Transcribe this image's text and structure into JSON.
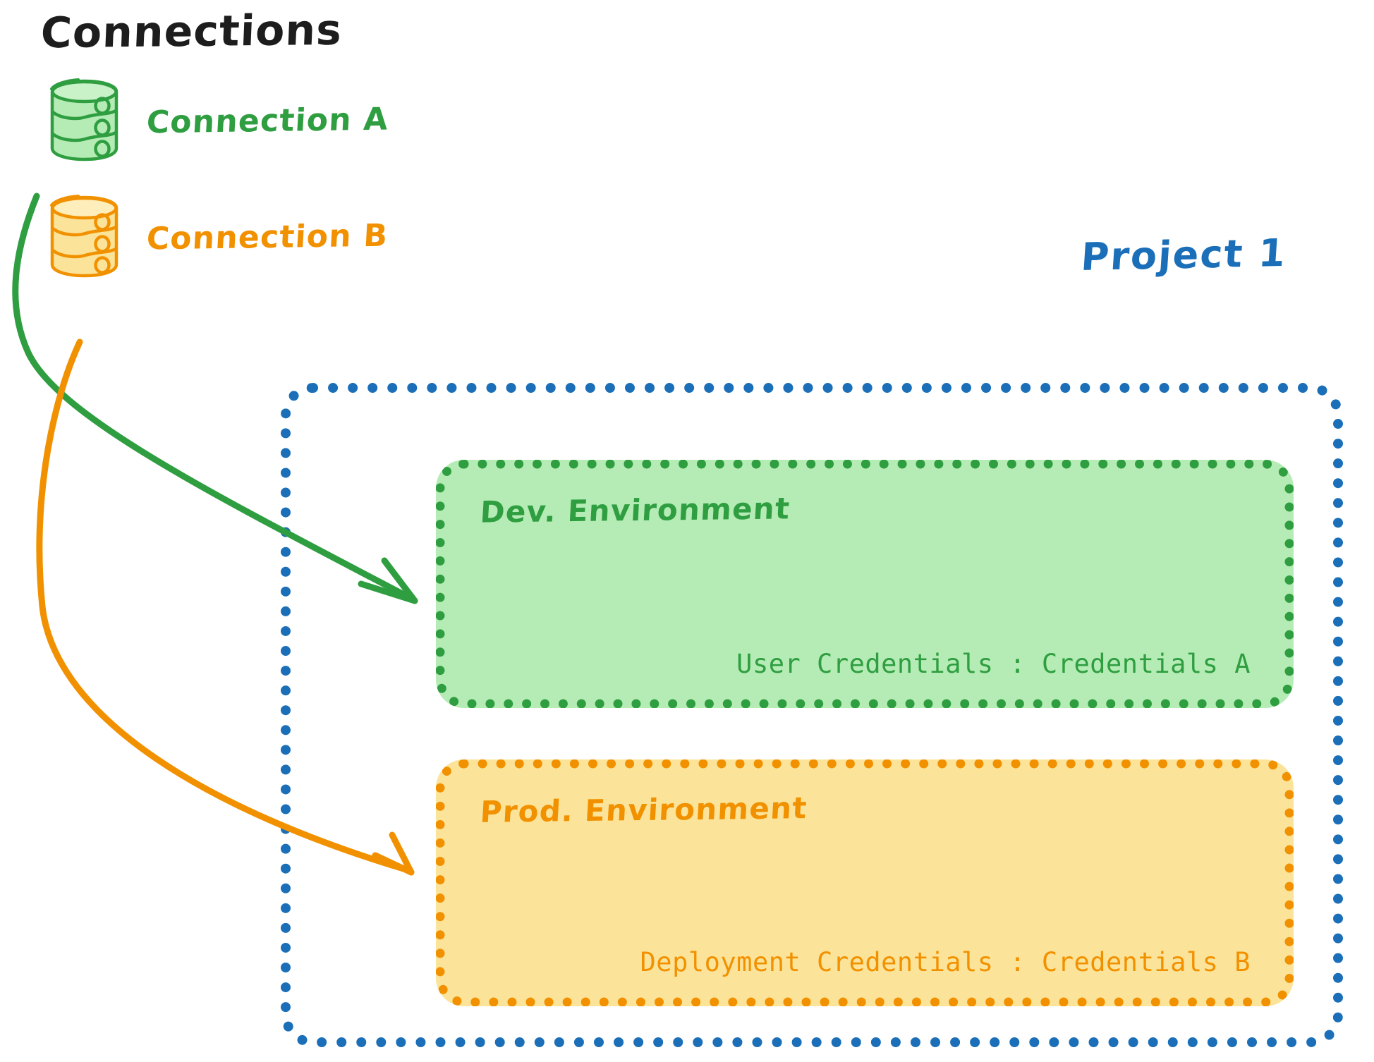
{
  "title": "Connections",
  "connections": [
    {
      "label": "Connection A",
      "icon": "database-cylinder-icon",
      "color": "#2f9e41",
      "fill": "#b5ecb5"
    },
    {
      "label": "Connection B",
      "icon": "database-cylinder-icon",
      "color": "#f29100",
      "fill": "#fbe49a"
    }
  ],
  "project": {
    "label": "Project 1",
    "border_color": "#1b6fb8",
    "environments": [
      {
        "title": "Dev. Environment",
        "credentials": "User Credentials : Credentials A",
        "color": "#2f9e41",
        "fill": "#b5ecb5"
      },
      {
        "title": "Prod. Environment",
        "credentials": "Deployment Credentials : Credentials B",
        "color": "#f29100",
        "fill": "#fbe49a"
      }
    ]
  },
  "arrows": [
    {
      "name": "connection-a-to-dev-arrow",
      "color": "#2f9e41",
      "from": "Connection A",
      "to": "Dev. Environment"
    },
    {
      "name": "connection-b-to-prod-arrow",
      "color": "#f29100",
      "from": "Connection B",
      "to": "Prod. Environment"
    }
  ],
  "colors": {
    "green": "#2f9e41",
    "green_fill": "#b5ecb5",
    "orange": "#f29100",
    "orange_fill": "#fbe49a",
    "blue": "#1b6fb8",
    "title_black": "#1d1d1d",
    "background": "#ffffff"
  }
}
